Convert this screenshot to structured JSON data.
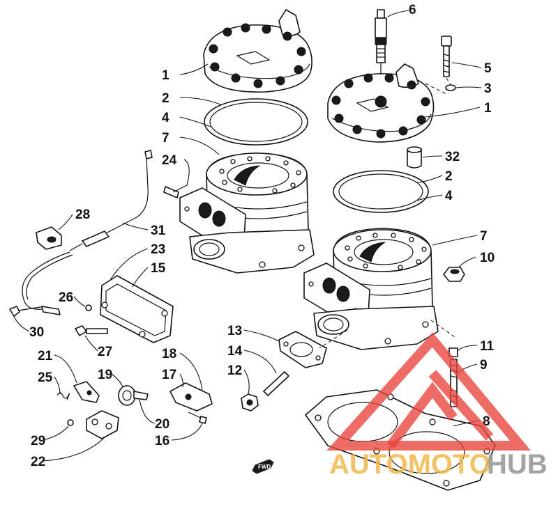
{
  "callouts": [
    {
      "num": "1"
    },
    {
      "num": "2"
    },
    {
      "num": "4"
    },
    {
      "num": "7"
    },
    {
      "num": "24"
    },
    {
      "num": "6"
    },
    {
      "num": "5"
    },
    {
      "num": "3"
    },
    {
      "num": "1"
    },
    {
      "num": "32"
    },
    {
      "num": "2"
    },
    {
      "num": "4"
    },
    {
      "num": "28"
    },
    {
      "num": "31"
    },
    {
      "num": "23"
    },
    {
      "num": "15"
    },
    {
      "num": "26"
    },
    {
      "num": "30"
    },
    {
      "num": "27"
    },
    {
      "num": "7"
    },
    {
      "num": "10"
    },
    {
      "num": "13"
    },
    {
      "num": "14"
    },
    {
      "num": "12"
    },
    {
      "num": "11"
    },
    {
      "num": "9"
    },
    {
      "num": "8"
    },
    {
      "num": "21"
    },
    {
      "num": "25"
    },
    {
      "num": "19"
    },
    {
      "num": "18"
    },
    {
      "num": "17"
    },
    {
      "num": "20"
    },
    {
      "num": "29"
    },
    {
      "num": "22"
    },
    {
      "num": "16"
    }
  ],
  "fwd_label": "FWD",
  "watermark": {
    "text_orange": "AUTOMOTO",
    "text_gray": "HUB",
    "color_red": "#e8423a",
    "color_orange": "#f2b84b",
    "color_gray": "#9a9a9a"
  }
}
